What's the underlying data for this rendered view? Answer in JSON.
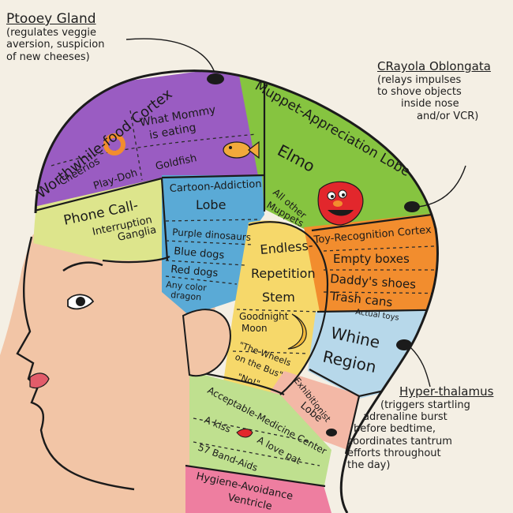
{
  "annotations": {
    "ptooey": {
      "title": "Ptooey Gland",
      "lines": [
        "(regulates veggie",
        "aversion, suspicion",
        "of new cheeses)"
      ]
    },
    "crayola": {
      "title": "CRayola Oblongata",
      "lines": [
        "(relays impulses",
        "to shove objects",
        "inside nose",
        "and/or VCR)"
      ]
    },
    "hyper": {
      "title": "Hyper-thalamus",
      "lines": [
        "(triggers startling",
        "adrenaline burst",
        "before bedtime,",
        "coordinates tantrum",
        "efforts throughout",
        "the day)"
      ]
    }
  },
  "regions": {
    "worthwhile": {
      "title": "Worthwhile-food Cortex",
      "items": [
        "What Mommy",
        "is eating",
        "Cheerios",
        "Play-Doh",
        "Goldfish"
      ]
    },
    "muppet": {
      "title": "Muppet-Appreciation Lobe",
      "items": [
        "Elmo",
        "All other",
        "Muppets"
      ]
    },
    "phone": {
      "title": "Phone Call-",
      "items": [
        "Interruption",
        "Ganglia"
      ]
    },
    "cartoon": {
      "title": "Cartoon-Addiction",
      "title2": "Lobe",
      "items": [
        "Purple dinosaurs",
        "Blue dogs",
        "Red dogs",
        "Any color",
        "dragon"
      ]
    },
    "endless": {
      "title": "Endless-",
      "title2": "Repetition",
      "title3": "Stem",
      "items": [
        "Goodnight",
        "Moon",
        "\"The Wheels",
        "on the Bus\"",
        "\"No!\""
      ]
    },
    "toy": {
      "title": "Toy-Recognition Cortex",
      "items": [
        "Empty boxes",
        "Daddy's shoes",
        "Trash cans",
        "Actual toys"
      ]
    },
    "whine": {
      "title": "Whine",
      "title2": "Region"
    },
    "exhib": {
      "title": "Exhibitionist",
      "title2": "Lobe"
    },
    "medicine": {
      "title": "Acceptable-Medicine Center",
      "items": [
        "A kiss",
        "A love pat",
        "57 Band-Aids"
      ]
    },
    "hygiene": {
      "title": "Hygiene-Avoidance",
      "title2": "Ventricle"
    }
  },
  "colors": {
    "background": "#f4efe4",
    "skin": "#f2c5a6",
    "purple": "#9a5cc2",
    "green": "#86c440",
    "yellowgreen": "#dde58c",
    "blue": "#5aaad6",
    "yellow": "#f6d86a",
    "orange": "#f28d2e",
    "lightblue": "#b7d8ea",
    "pink": "#f3b8a6",
    "lightgreen": "#bfe08f",
    "brightgreen": "#74c067",
    "hotpink": "#ee7ea0"
  }
}
